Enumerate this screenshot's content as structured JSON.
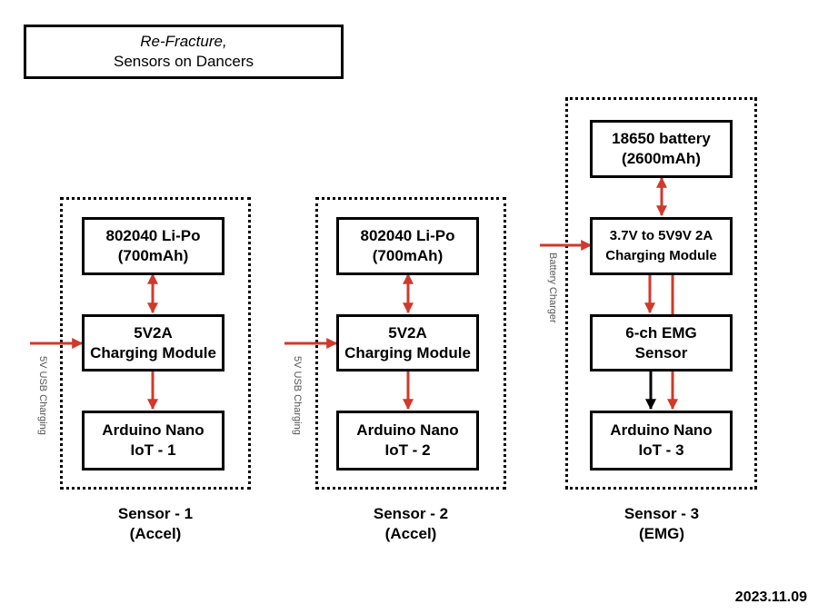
{
  "title": {
    "line1": "Re-Fracture,",
    "line2": "Sensors on Dancers"
  },
  "date": "2023.11.09",
  "colors": {
    "arrow_red": "#d0392b",
    "arrow_black": "#000000"
  },
  "sensors": [
    {
      "battery": {
        "line1": "802040 Li-Po",
        "line2": "(700mAh)"
      },
      "charger": {
        "line1": "5V2A",
        "line2": "Charging Module"
      },
      "mcu": {
        "line1": "Arduino Nano",
        "line2": "IoT - 1"
      },
      "input_label": "5V USB Charging",
      "caption": {
        "line1": "Sensor - 1",
        "line2": "(Accel)"
      }
    },
    {
      "battery": {
        "line1": "802040 Li-Po",
        "line2": "(700mAh)"
      },
      "charger": {
        "line1": "5V2A",
        "line2": "Charging Module"
      },
      "mcu": {
        "line1": "Arduino Nano",
        "line2": "IoT - 2"
      },
      "input_label": "5V USB Charging",
      "caption": {
        "line1": "Sensor - 2",
        "line2": "(Accel)"
      }
    },
    {
      "battery": {
        "line1": "18650 battery",
        "line2": "(2600mAh)"
      },
      "charger": {
        "line1": "3.7V to 5V9V 2A",
        "line2": "Charging Module"
      },
      "emg": {
        "line1": "6-ch EMG",
        "line2": "Sensor"
      },
      "mcu": {
        "line1": "Arduino Nano",
        "line2": "IoT - 3"
      },
      "input_label": "Battery Charger",
      "caption": {
        "line1": "Sensor - 3",
        "line2": "(EMG)"
      }
    }
  ]
}
